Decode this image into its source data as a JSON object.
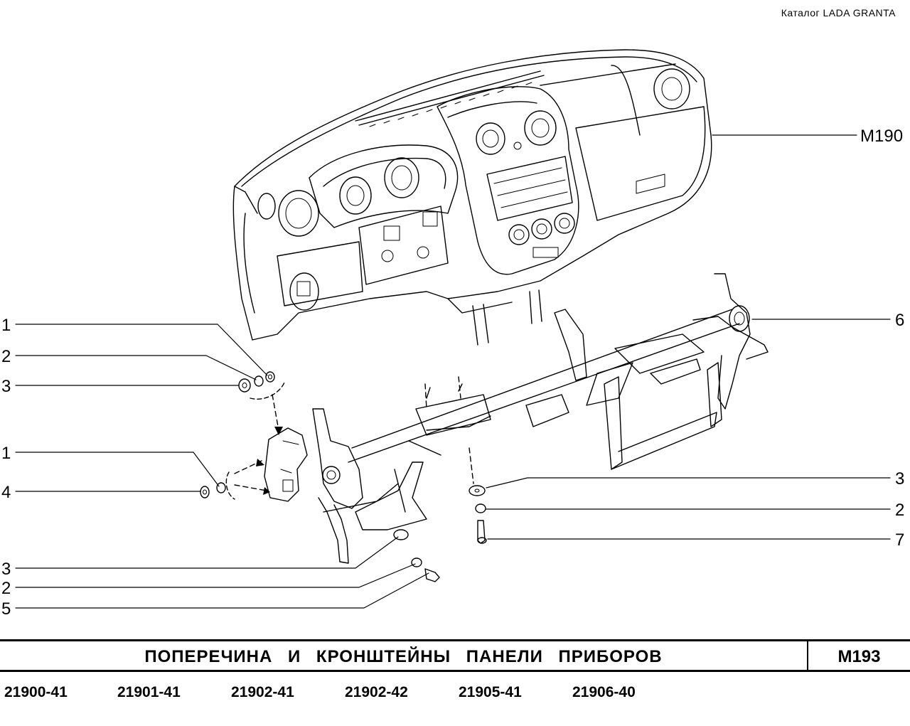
{
  "header": {
    "catalog_label": "Каталог  LADA  GRANTA"
  },
  "callouts": {
    "left_1": "1",
    "left_2": "2",
    "left_3": "3",
    "left_1b": "1",
    "left_4": "4",
    "left_3b": "3",
    "left_2b": "2",
    "left_5": "5",
    "right_m190": "M190",
    "right_6": "6",
    "right_3": "3",
    "right_2": "2",
    "right_7": "7"
  },
  "footer": {
    "title": "ПОПЕРЕЧИНА  И  КРОНШТЕЙНЫ  ПАНЕЛИ  ПРИБОРОВ",
    "page_code": "M193",
    "models": [
      "21900-41",
      "21901-41",
      "21902-41",
      "21902-42",
      "21905-41",
      "21906-40"
    ]
  }
}
